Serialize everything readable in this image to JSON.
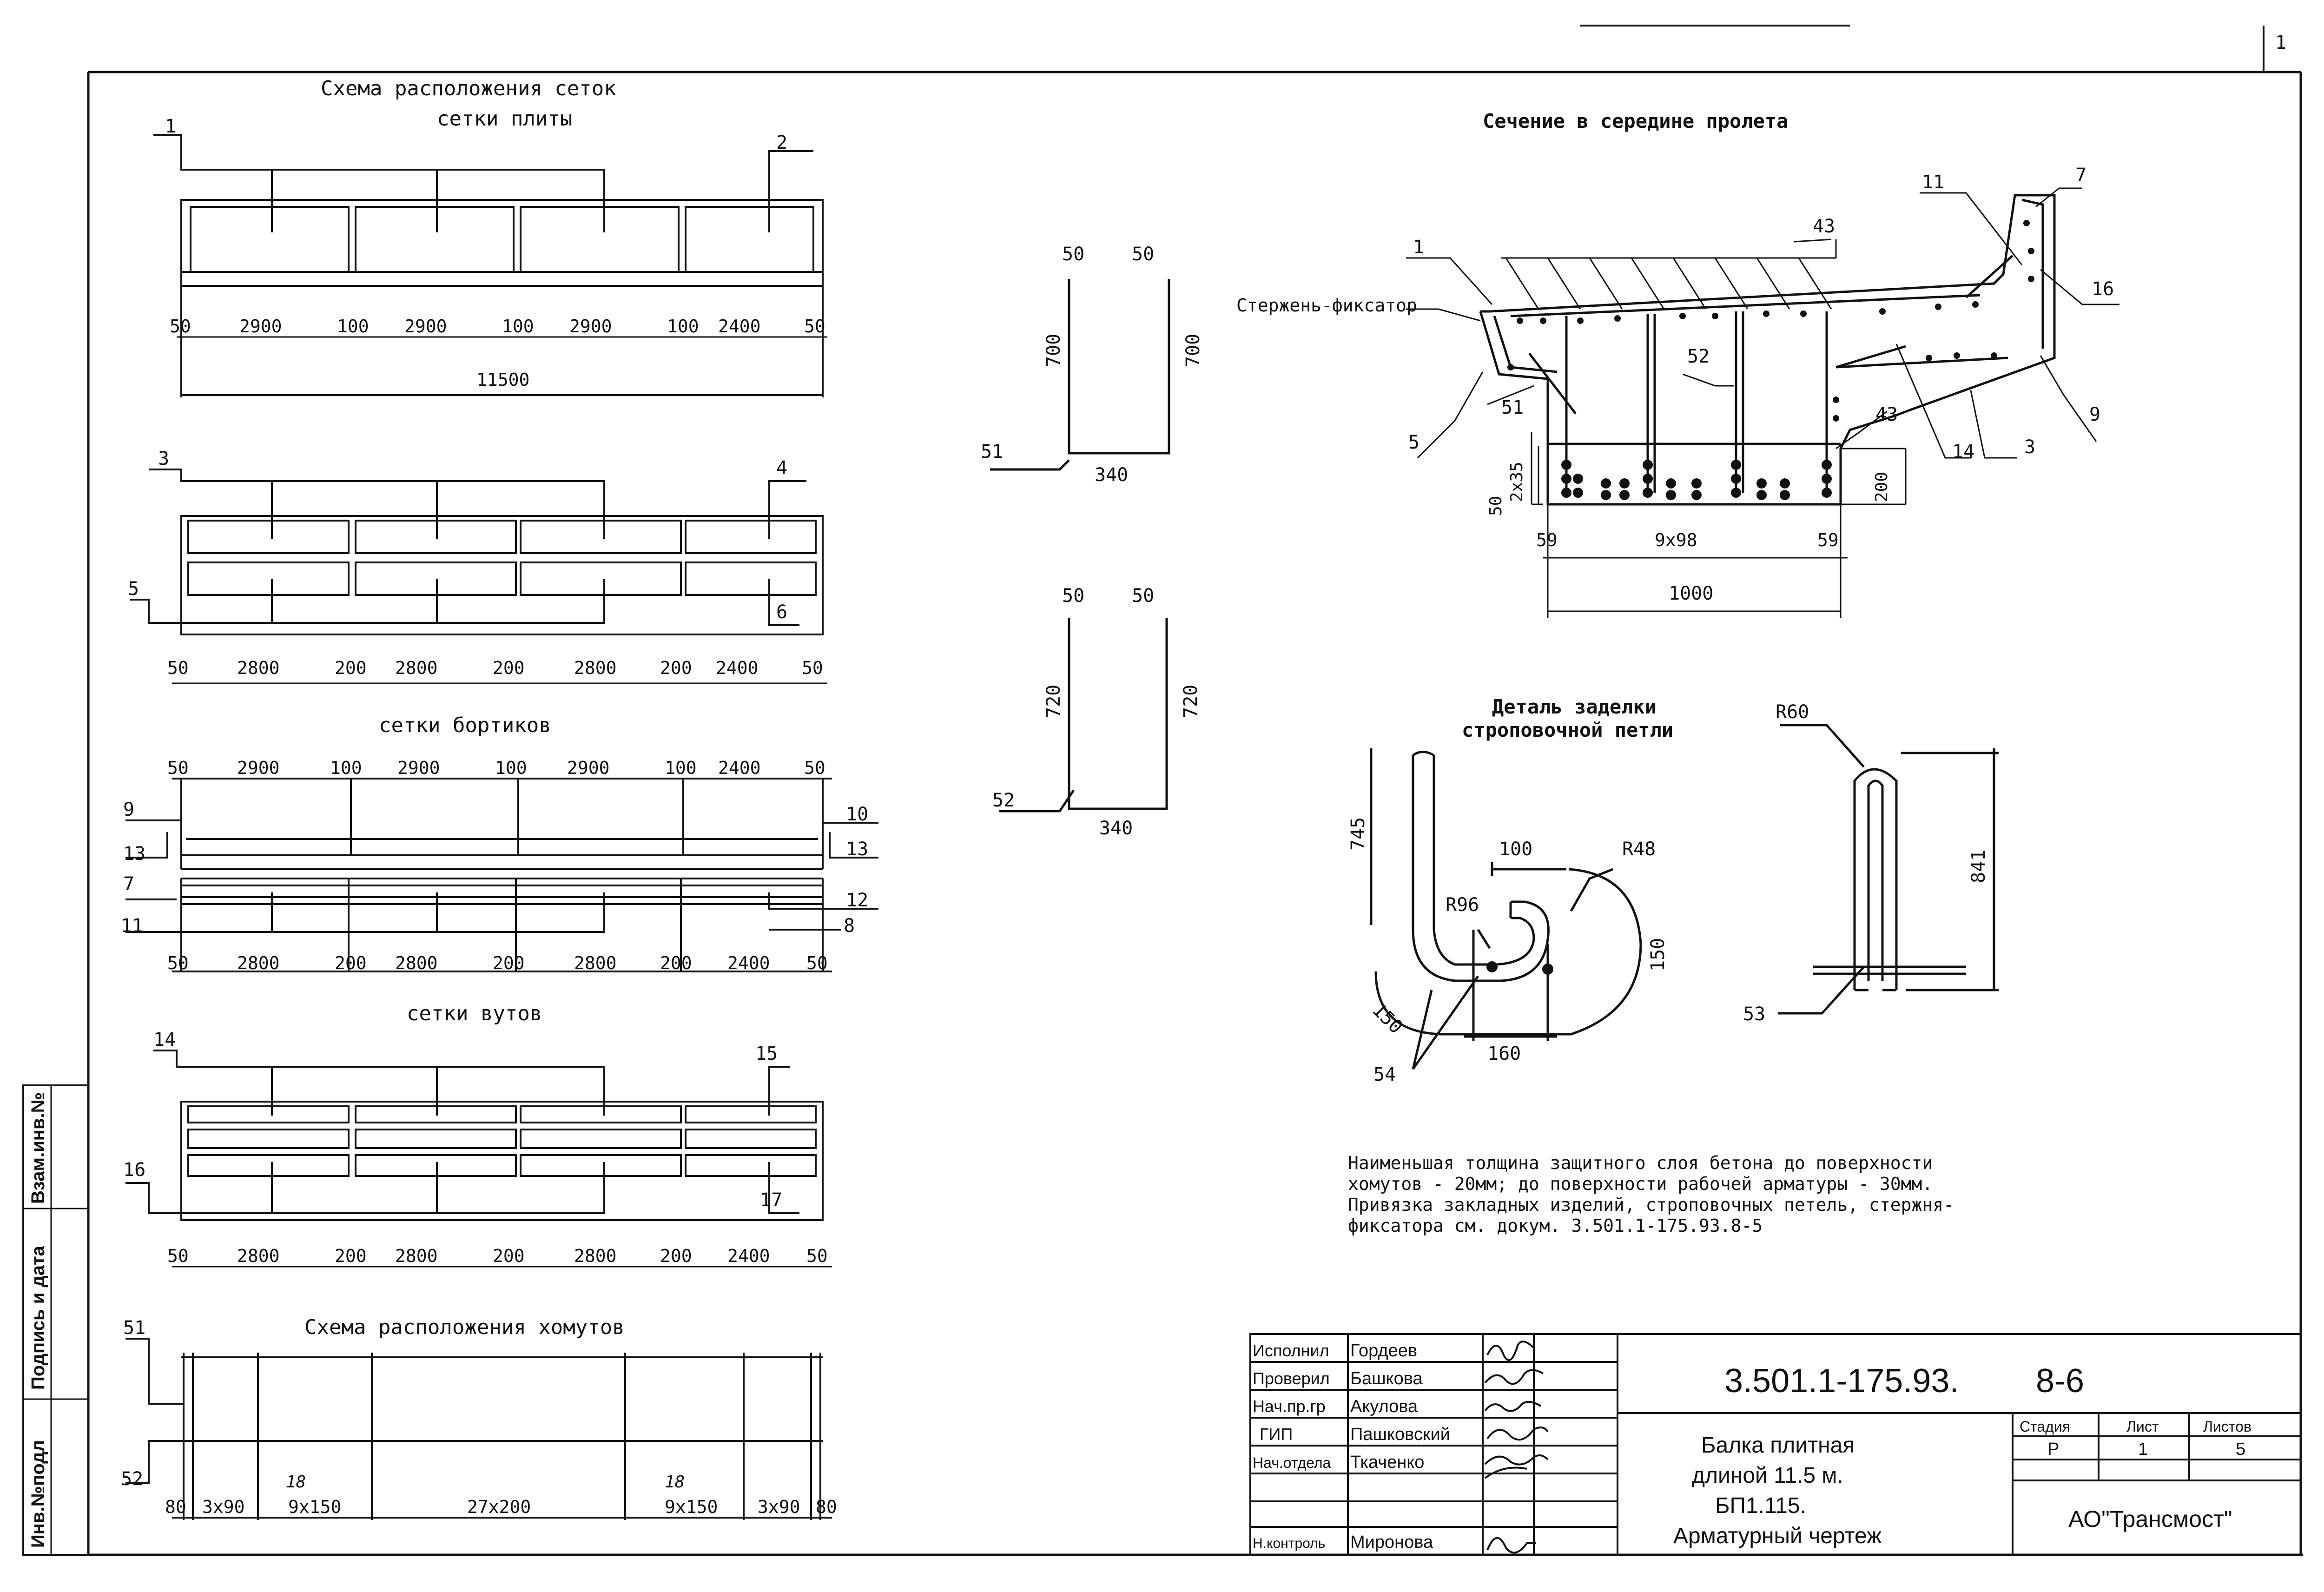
{
  "sheet_number": "1",
  "meshes": {
    "title1": "Схема расположения сеток",
    "title2": "сетки плиты",
    "slab_dims": [
      "50",
      "2900",
      "100",
      "2900",
      "100",
      "2900",
      "100",
      "2400",
      "50"
    ],
    "slab_total": "11500",
    "slab_marks": [
      "1",
      "2"
    ],
    "slab2_marks": [
      "3",
      "4",
      "5",
      "6"
    ],
    "slab2_dims": [
      "50",
      "2800",
      "200",
      "2800",
      "200",
      "2800",
      "200",
      "2400",
      "50"
    ],
    "side_title": "сетки бортиков",
    "side_top_dims": [
      "50",
      "2900",
      "100",
      "2900",
      "100",
      "2900",
      "100",
      "2400",
      "50"
    ],
    "side_bottom_dims": [
      "50",
      "2800",
      "200",
      "2800",
      "200",
      "2800",
      "200",
      "2400",
      "50"
    ],
    "side_marks_left": [
      "9",
      "13",
      "7",
      "11"
    ],
    "side_marks_right": [
      "10",
      "13",
      "12",
      "8"
    ],
    "haunch_title": "сетки вутов",
    "haunch_marks": [
      "14",
      "15",
      "16",
      "17"
    ],
    "haunch_dims": [
      "50",
      "2800",
      "200",
      "2800",
      "200",
      "2800",
      "200",
      "2400",
      "50"
    ],
    "stirrup_title": "Схема расположения хомутов",
    "stirrup_marks": [
      "51",
      "52"
    ],
    "stirrup_counts": [
      "18",
      "18"
    ],
    "stirrup_dims": [
      "80",
      "3x90",
      "9x150",
      "27x200",
      "9x150",
      "3x90",
      "80"
    ]
  },
  "stirrups": {
    "s51": {
      "mark": "51",
      "top_left": "50",
      "top_right": "50",
      "height_left": "700",
      "height_right": "700",
      "width": "340"
    },
    "s52": {
      "mark": "52",
      "top_left": "50",
      "top_right": "50",
      "height_left": "720",
      "height_right": "720",
      "width": "340"
    }
  },
  "section": {
    "title": "Сечение в середине пролета",
    "fixator_label": "Стержень-фиксатор",
    "marks": [
      "1",
      "43",
      "11",
      "7",
      "16",
      "52",
      "9",
      "51",
      "5",
      "43",
      "14",
      "3"
    ],
    "dims": {
      "d50": "50",
      "d2x35": "2x35",
      "d200": "200",
      "d59a": "59",
      "d9x98": "9x98",
      "d59b": "59",
      "d1000": "1000"
    }
  },
  "detail": {
    "title1": "Деталь заделки",
    "title2": "строповочной петли",
    "dims": {
      "d745": "745",
      "d100": "100",
      "r48": "R48",
      "r96": "R96",
      "d150a": "150",
      "d150b": "150",
      "d160": "160",
      "r60": "R60",
      "d841": "841"
    },
    "marks": {
      "m54": "54",
      "m53": "53"
    }
  },
  "notes": [
    "Наименьшая толщина защитного слоя бетона до поверхности",
    "хомутов - 20мм; до поверхности рабочей арматуры - 30мм.",
    "Привязка закладных изделий, строповочных петель, стержня-",
    "фиксатора см. докум. 3.501.1-175.93.8-5"
  ],
  "side_stamp": [
    "Инв.№подл",
    "Подпись и дата",
    "Взам.инв.№"
  ],
  "title_block": {
    "roles": [
      {
        "role": "Исполнил",
        "name": "Гордеев"
      },
      {
        "role": "Проверил",
        "name": "Башкова"
      },
      {
        "role": "Нач.пр.гр",
        "name": "Акулова"
      },
      {
        "role": "ГИП",
        "name": "Пашковский"
      },
      {
        "role": "Нач.отдела",
        "name": "Ткаченко"
      },
      {
        "role": "Н.контроль",
        "name": "Миронова"
      }
    ],
    "doc_code": "3.501.1-175.93.",
    "doc_suffix": "8-6",
    "description": [
      "Балка плитная",
      "длиной 11.5 м.",
      "БП1.115.",
      "Арматурный чертеж"
    ],
    "stage_header": "Стадия",
    "sheet_header": "Лист",
    "sheets_header": "Листов",
    "stage": "Р",
    "sheet": "1",
    "sheets": "5",
    "org": "АО\"Трансмост\""
  }
}
